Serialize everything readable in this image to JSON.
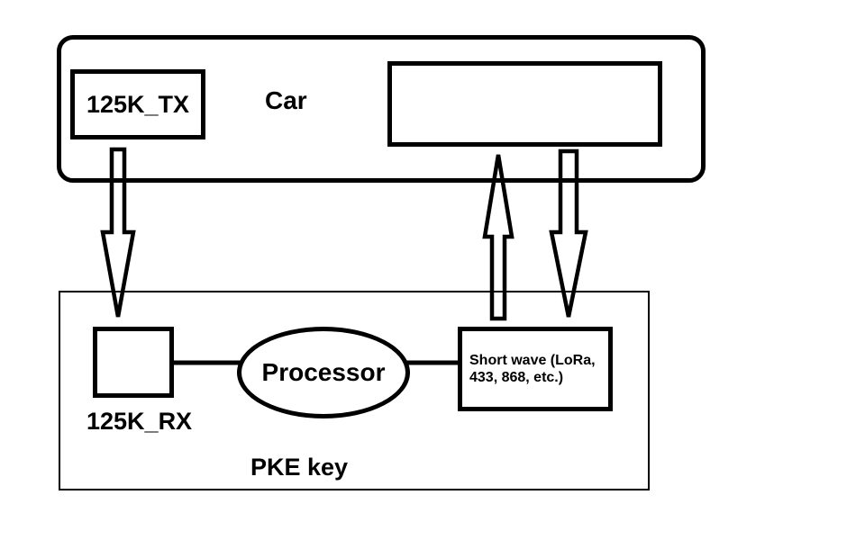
{
  "diagram": {
    "type": "block-diagram",
    "topic": "PKE (Passive Keyless Entry) system",
    "car": {
      "label": "Car",
      "tx_box_label": "125K_TX"
    },
    "pke_key": {
      "container_label": "PKE key",
      "rx_box_label": "125K_RX",
      "processor_label": "Processor",
      "shortwave_box": {
        "line1": "Short wave (LoRa,",
        "line2": "433, 868, etc.)"
      }
    },
    "icons": {
      "left_arrow": "hollow-arrow-down",
      "middle_arrow": "hollow-arrow-up",
      "right_arrow": "hollow-arrow-down"
    },
    "colors": {
      "stroke": "#000000",
      "background": "#ffffff"
    }
  }
}
